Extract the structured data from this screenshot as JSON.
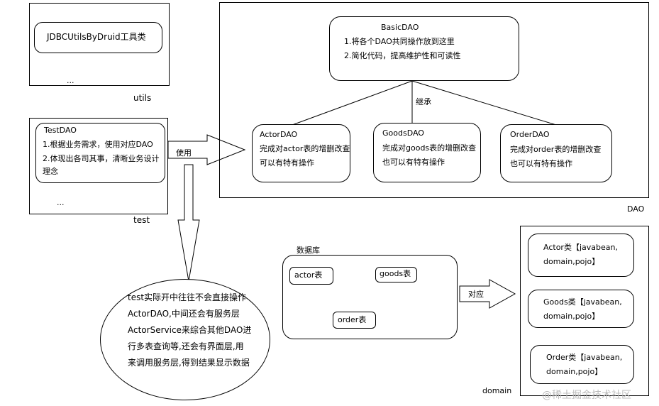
{
  "utils": {
    "caption": "utils",
    "item": "JDBCUtilsByDruid工具类",
    "ellipsis": "..."
  },
  "test": {
    "caption": "test",
    "title": "TestDAO",
    "line1": "1.根据业务需求，使用对应DAO",
    "line2": "2.体现出各司其事，清晰业务设计",
    "line3": "理念",
    "ellipsis": "..."
  },
  "arrow_use": "使用",
  "dao": {
    "caption": "DAO",
    "basic": {
      "title": "BasicDAO",
      "line1": "1.将各个DAO共同操作放到这里",
      "line2": "2.简化代码，提高维护性和可读性"
    },
    "inherit": "继承",
    "actor": {
      "title": "ActorDAO",
      "line1": "完成对actor表的增删改查",
      "line2": "可以有特有操作"
    },
    "goods": {
      "title": "GoodsDAO",
      "line1": "完成对goods表的增删改查",
      "line2": "也可以有特有操作"
    },
    "order": {
      "title": "OrderDAO",
      "line1": "完成对order表的增删改查",
      "line2": "也可以有特有操作"
    }
  },
  "note": {
    "line1": "test实际开中往往不会直接操作",
    "line2": "ActorDAO,中间还会有服务层",
    "line3": "ActorService来综合其他DAO进",
    "line4": "行多表查询等,还会有界面层,用",
    "line5": "来调用服务层,得到结果显示数据"
  },
  "db": {
    "caption": "数据库",
    "actor": "actor表",
    "goods": "goods表",
    "order": "order表"
  },
  "arrow_map": "对应",
  "domain": {
    "caption": "domain",
    "actor_l1": "Actor类【javabean,",
    "actor_l2": "domain,pojo】",
    "goods_l1": "Goods类【javabean,",
    "goods_l2": "domain,pojo】",
    "order_l1": "Order类【javabean,",
    "order_l2": "domain,pojo】"
  },
  "watermark": "@稀土掘金技术社区"
}
